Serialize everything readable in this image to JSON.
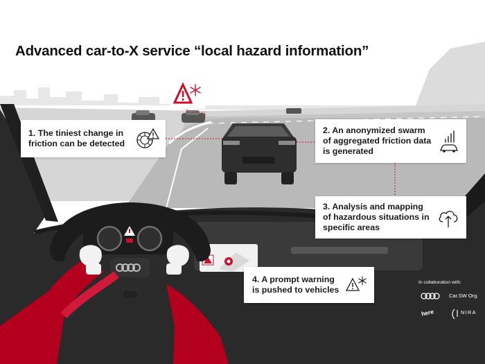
{
  "headline": "Advanced car-to-X service “local hazard information”",
  "steps": [
    {
      "label": "1. The tiniest change in\nfriction can be detected",
      "icon": "tire-friction-warning-icon"
    },
    {
      "label": "2. An anonymized swarm\nof aggregated friction data\nis generated",
      "icon": "car-signal-icon"
    },
    {
      "label": "3. Analysis and mapping\nof hazardous situations in\nspecific areas",
      "icon": "cloud-upload-icon"
    },
    {
      "label": "4. A prompt warning\nis pushed to vehicles",
      "icon": "warning-snowflake-icon"
    }
  ],
  "partners": {
    "intro": "In collaboration with:",
    "carsw": "Car.SW Org.",
    "here": "here",
    "nira": "NIRA"
  },
  "colors": {
    "accent_red": "#c8102e",
    "text_dark": "#1a1a1a",
    "road_grey": "#bfbfbf",
    "dashboard": "#2a2a2a",
    "sky_grey": "#e6e6e6"
  }
}
